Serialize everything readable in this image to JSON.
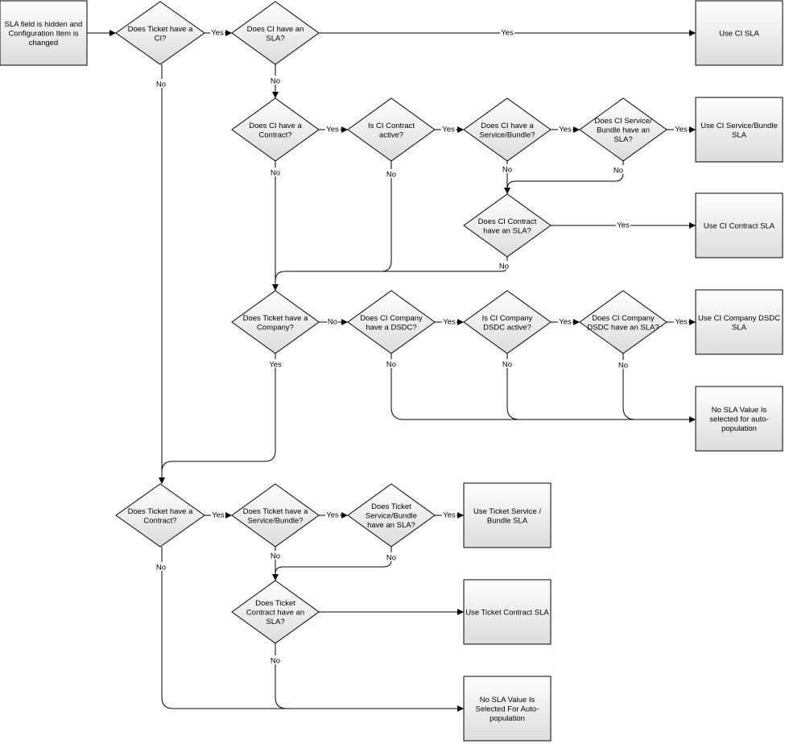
{
  "nodes": {
    "start": [
      "SLA field is hidden and",
      "Configuration Item is",
      "changed"
    ],
    "d_ticket_ci": [
      "Does Ticket have a",
      "CI?"
    ],
    "d_ci_sla": [
      "Does CI have an",
      "SLA?"
    ],
    "use_ci_sla": [
      "Use CI SLA"
    ],
    "d_ci_contract": [
      "Does CI have a",
      "Contract?"
    ],
    "d_ci_contract_active": [
      "Is CI Contract",
      "active?"
    ],
    "d_ci_service": [
      "Does CI have a",
      "Service/Bundle?"
    ],
    "d_ci_service_sla": [
      "Does CI Service/",
      "Bundle have an",
      "SLA?"
    ],
    "use_ci_service_sla": [
      "Use CI Service/Bundle",
      "SLA"
    ],
    "d_ci_contract_sla": [
      "Does CI Contract",
      "have an SLA?"
    ],
    "use_ci_contract_sla": [
      "Use CI Contract SLA"
    ],
    "d_ticket_company": [
      "Does Ticket have a",
      "Company?"
    ],
    "d_ci_company_dsdc": [
      "Does CI Company",
      "have a DSDC?"
    ],
    "d_ci_company_dsdc_active": [
      "Is  CI Company",
      "DSDC active?"
    ],
    "d_ci_company_dsdc_sla": [
      "Does CI Company",
      "DSDC have an SLA?"
    ],
    "use_ci_company_dsdc_sla": [
      "Use CI Company DSDC",
      "SLA"
    ],
    "no_sla_1": [
      "No SLA Value Is",
      "selected for auto-",
      "population"
    ],
    "d_ticket_contract": [
      "Does Ticket have a",
      "Contract?"
    ],
    "d_ticket_service": [
      "Does Ticket have a",
      "Service/Bundle?"
    ],
    "d_ticket_service_sla": [
      "Does Ticket",
      "Service/Bundle",
      "have an SLA?"
    ],
    "use_ticket_service_sla": [
      "Use Ticket Service /",
      "Bundle SLA"
    ],
    "d_ticket_contract_sla": [
      "Does Ticket",
      "Contract have an",
      "SLA?"
    ],
    "use_ticket_contract_sla": [
      "Use Ticket Contract SLA"
    ],
    "no_sla_2": [
      "No SLA Value Is",
      "Selected For Auto-",
      "population"
    ]
  },
  "labels": {
    "yes": "Yes",
    "no": "No"
  }
}
